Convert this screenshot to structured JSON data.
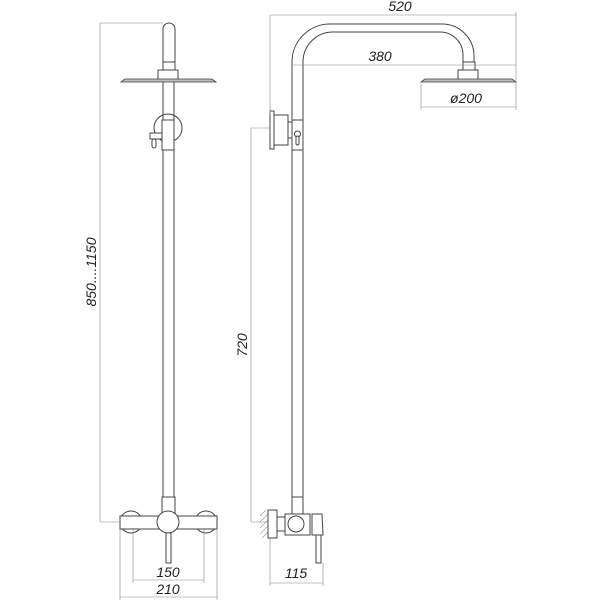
{
  "dimensions": {
    "height_range": "850....1150",
    "mixer_height": "720",
    "arm_total": "520",
    "arm_reach": "380",
    "head_diameter": "ø200",
    "eccentric_spacing": "150",
    "mixer_width": "210",
    "mixer_depth": "115"
  }
}
